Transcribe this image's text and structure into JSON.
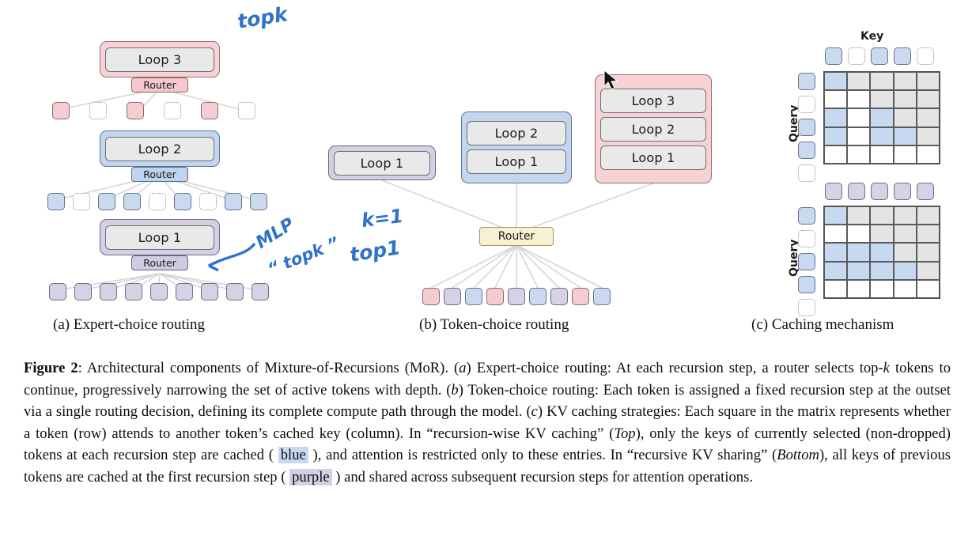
{
  "figure": {
    "panels": [
      {
        "id": "a",
        "caption": "(a) Expert-choice routing",
        "blocks": [
          {
            "label": "Loop 3",
            "color": "pink",
            "router": "Router"
          },
          {
            "label": "Loop 2",
            "color": "blue",
            "router": "Router"
          },
          {
            "label": "Loop 1",
            "color": "purple",
            "router": "Router"
          }
        ],
        "token_rows": [
          {
            "color": "pink",
            "states": [
              "filled",
              "empty",
              "filled",
              "empty",
              "filled",
              "empty"
            ]
          },
          {
            "color": "blue",
            "states": [
              "filled",
              "empty",
              "filled",
              "filled",
              "empty",
              "filled",
              "empty",
              "filled",
              "filled"
            ]
          },
          {
            "color": "purple",
            "states": [
              "filled",
              "filled",
              "filled",
              "filled",
              "filled",
              "filled",
              "filled",
              "filled",
              "filled"
            ]
          }
        ],
        "annotations": [
          {
            "text": "topk",
            "kind": "handwriting"
          },
          {
            "text": "MLP",
            "kind": "handwriting"
          },
          {
            "text": "“ topk ”",
            "kind": "handwriting"
          }
        ]
      },
      {
        "id": "b",
        "caption": "(b) Token-choice routing",
        "stacks": [
          {
            "color": "purple",
            "labels": [
              "Loop 1"
            ]
          },
          {
            "color": "blue",
            "labels": [
              "Loop 2",
              "Loop 1"
            ]
          },
          {
            "color": "pink",
            "labels": [
              "Loop 3",
              "Loop 2",
              "Loop 1"
            ]
          }
        ],
        "router": {
          "label": "Router",
          "color": "yellow"
        },
        "tokens": [
          "pink",
          "purple",
          "blue",
          "pink",
          "purple",
          "blue",
          "purple",
          "pink",
          "blue"
        ],
        "annotations": [
          {
            "text": "k=1",
            "kind": "handwriting"
          },
          {
            "text": "top1",
            "kind": "handwriting"
          }
        ]
      },
      {
        "id": "c",
        "caption": "(c) Caching mechanism",
        "axis_labels": {
          "key": "Key",
          "query": "Query"
        },
        "matrices": [
          {
            "name": "recursion-wise-kv-caching",
            "key_tokens": [
              "filled",
              "empty",
              "filled",
              "filled",
              "empty"
            ],
            "key_color": "blue",
            "query_tokens": [
              "filled",
              "empty",
              "filled",
              "filled",
              "empty"
            ],
            "query_color": "blue",
            "cells": [
              [
                "blue",
                "gray",
                "gray",
                "gray",
                "gray"
              ],
              [
                "white",
                "white",
                "gray",
                "gray",
                "gray"
              ],
              [
                "blue",
                "white",
                "blue",
                "gray",
                "gray"
              ],
              [
                "blue",
                "white",
                "blue",
                "blue",
                "gray"
              ],
              [
                "white",
                "white",
                "white",
                "white",
                "white"
              ]
            ]
          },
          {
            "name": "recursive-kv-sharing",
            "key_tokens": [
              "filled",
              "filled",
              "filled",
              "filled",
              "filled"
            ],
            "key_color": "purple",
            "query_tokens": [
              "filled",
              "empty",
              "filled",
              "filled",
              "empty"
            ],
            "query_color": "blue",
            "cells": [
              [
                "blue",
                "gray",
                "gray",
                "gray",
                "gray"
              ],
              [
                "white",
                "white",
                "gray",
                "gray",
                "gray"
              ],
              [
                "blue",
                "blue",
                "blue",
                "gray",
                "gray"
              ],
              [
                "blue",
                "blue",
                "blue",
                "blue",
                "gray"
              ],
              [
                "white",
                "white",
                "white",
                "white",
                "white"
              ]
            ]
          }
        ]
      }
    ]
  },
  "caption": {
    "label": "Figure",
    "number": "2",
    "t1": ": Architectural components of Mixture-of-Recursions (MoR). (",
    "a": "a",
    "t2": ") Expert-choice routing: At each recursion step, a router selects top-",
    "k": "k",
    "t3": " tokens to continue, progressively narrowing the set of active tokens with depth. (",
    "b": "b",
    "t4": ") Token-choice routing: Each token is assigned a fixed recursion step at the outset via a single routing decision, defining its complete compute path through the model. (",
    "c": "c",
    "t5": ") KV caching strategies: Each square in the matrix represents whether a token (row) attends to another token’s cached key (column). In “recursion-wise KV caching” (",
    "top": "Top",
    "t6": "), only the keys of currently selected (non-dropped) tokens at each recursion step are cached ( ",
    "blue": "blue",
    "t7": " ), and attention is restricted only to these entries. In “recursive KV sharing” (",
    "bottom": "Bottom",
    "t8": "), all keys of previous tokens are cached at the first recursion step ( ",
    "purple": "purple",
    "t9": " ) and shared across subsequent recursion steps for attention operations."
  },
  "colors": {
    "pink": "#f6d2d6",
    "blue": "#c3d6ee",
    "purple": "#d3d0e3",
    "yellow": "#f7f0d2",
    "cell_blue": "#c6d9f1",
    "cell_gray": "#e4e4e4",
    "handwriting": "#2f72c9"
  }
}
